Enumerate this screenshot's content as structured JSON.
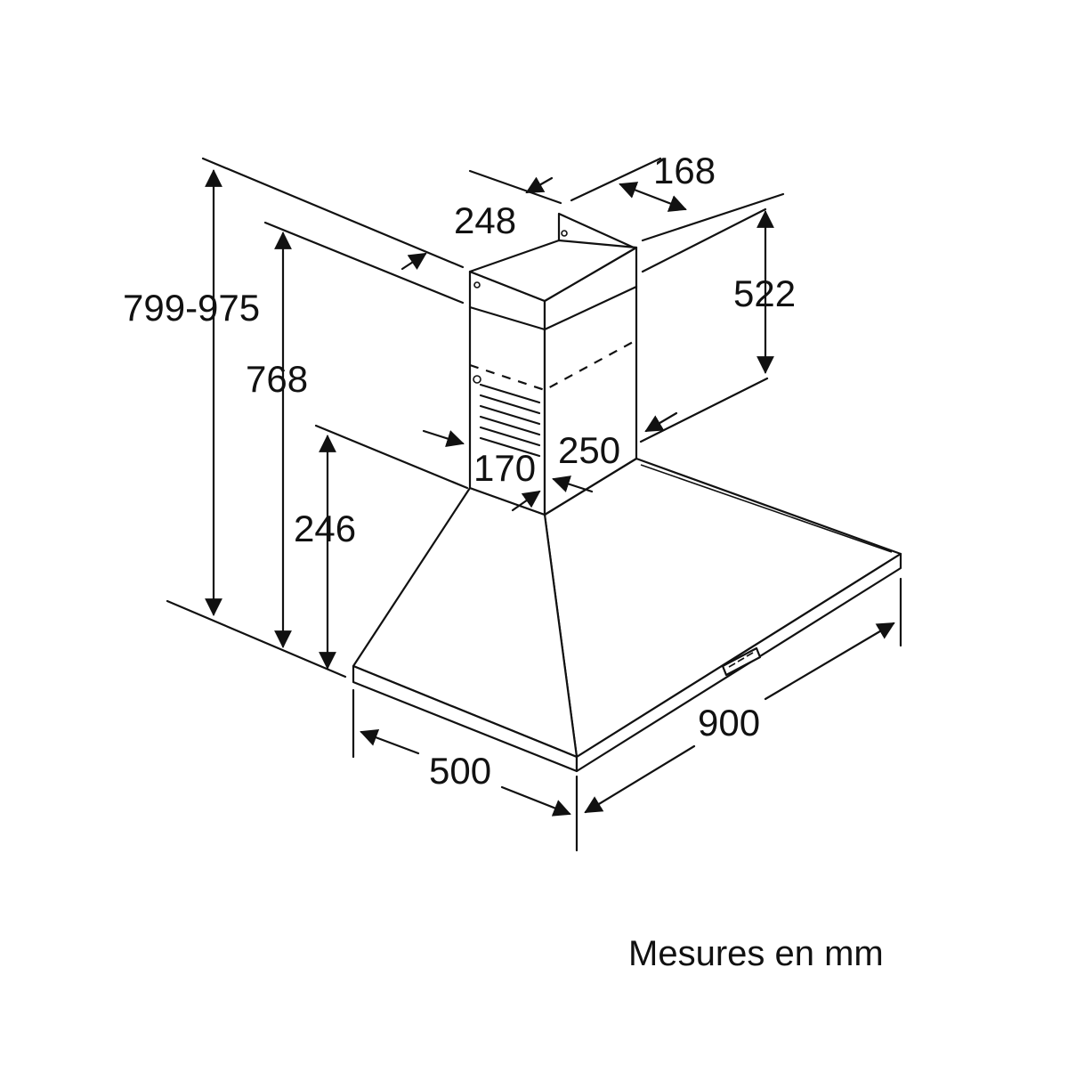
{
  "diagram": {
    "labels": {
      "total_height": "799-975",
      "height_768": "768",
      "height_246": "246",
      "chimney_height": "522",
      "chimney_width_248": "248",
      "chimney_depth_168": "168",
      "duct_170": "170",
      "duct_250": "250",
      "depth_500": "500",
      "width_900": "900"
    },
    "note": "Mesures en mm",
    "colors": {
      "line": "#111111",
      "background": "#ffffff"
    }
  }
}
